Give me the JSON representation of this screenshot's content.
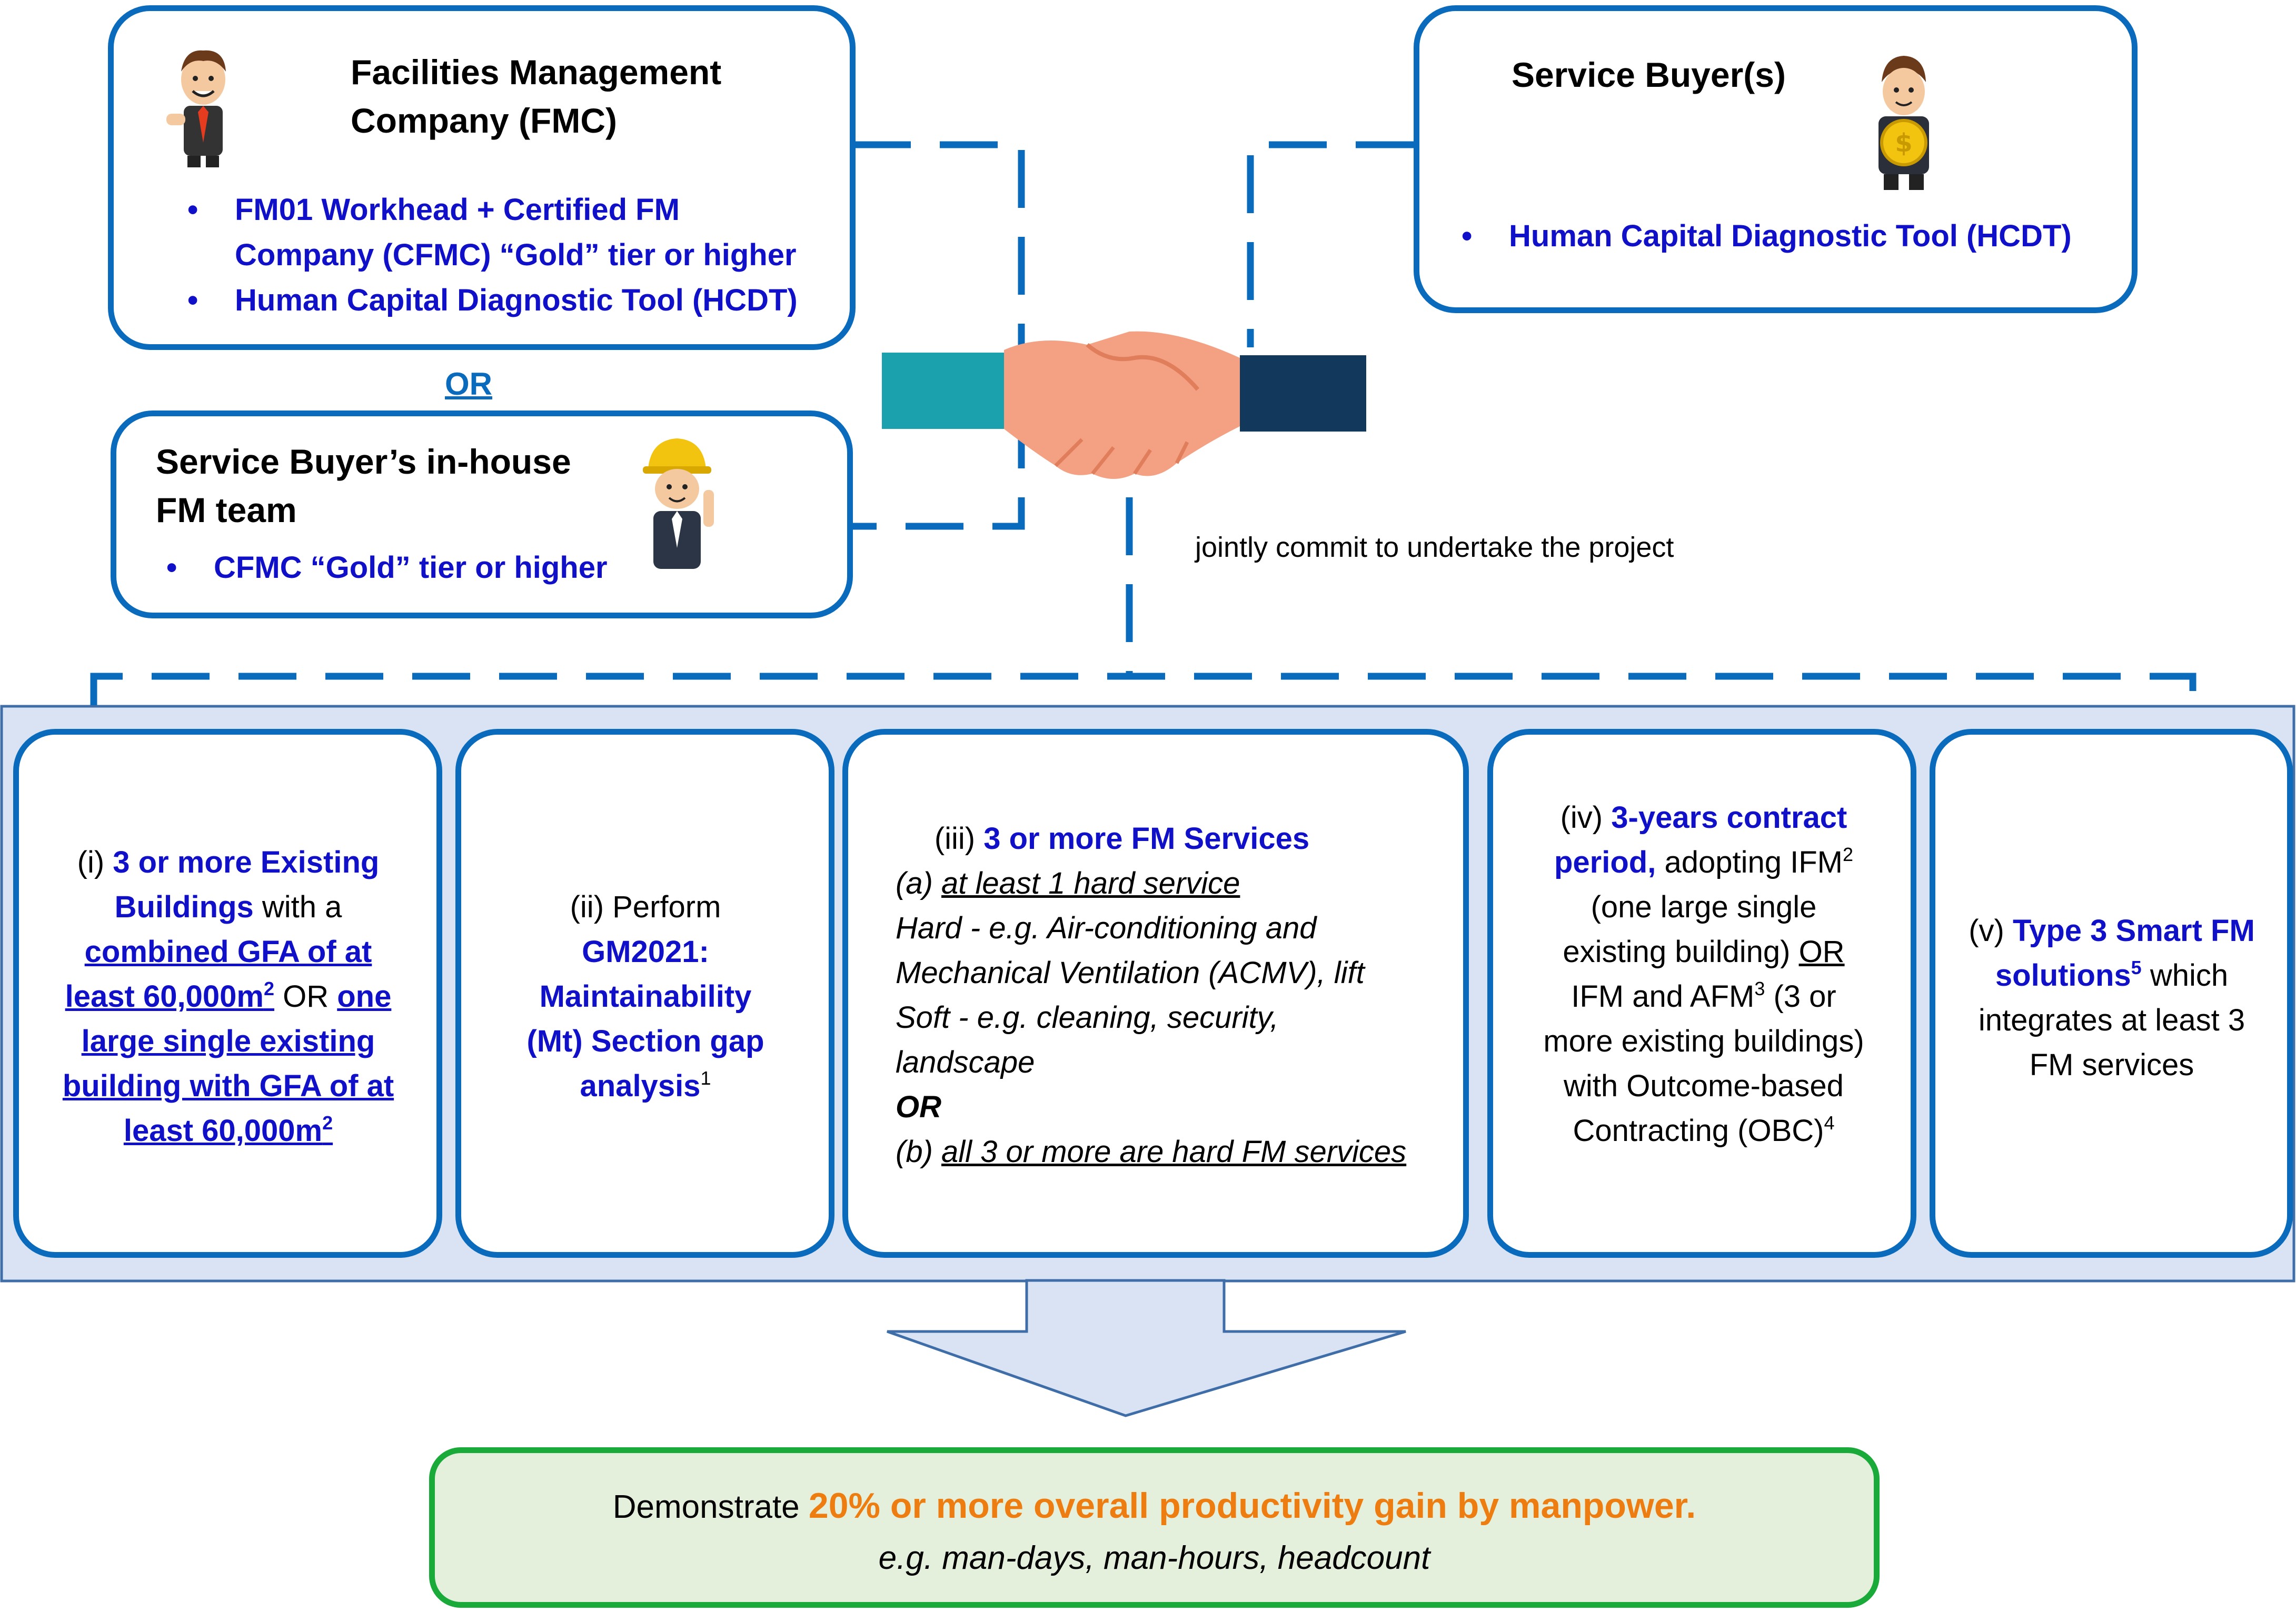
{
  "colors": {
    "box_border": "#0a6bbd",
    "highlight_blue": "#1010c8",
    "panel_fill": "#d9e3f3",
    "outcome_border": "#1aaa3a",
    "outcome_fill": "#e4f0dc",
    "accent_orange": "#ee7d11"
  },
  "fmc": {
    "title_line1": "Facilities Management",
    "title_line2": "Company (FMC)",
    "bullet1_line1": "FM01 Workhead + Certified FM",
    "bullet1_line2": "Company (CFMC) “Gold” tier or higher",
    "bullet2": "Human Capital Diagnostic Tool (HCDT)",
    "icon": "businessman-icon"
  },
  "or_label": "OR",
  "inhouse": {
    "title_line1": "Service Buyer’s in-house",
    "title_line2": "FM team",
    "bullet": "CFMC “Gold” tier or higher",
    "icon": "engineer-hardhat-icon"
  },
  "buyer": {
    "title": "Service Buyer(s)",
    "bullet": "Human Capital Diagnostic Tool (HCDT)",
    "icon": "buyer-coin-icon"
  },
  "handshake_icon": "handshake-icon",
  "commit_text": "jointly commit to undertake the project",
  "criteria": {
    "c1": {
      "p1": "(i) ",
      "p2": "3 or more Existing Buildings",
      "p3": " with a ",
      "p4": "combined GFA of at least 60,000m",
      "p4sup": "2",
      "p5": " OR ",
      "p6": "one large single existing building with GFA of at least 60,000m",
      "p6sup": "2"
    },
    "c2": {
      "p1": "(ii) Perform",
      "p2": "GM2021: Maintainability (Mt) Section gap analysis",
      "sup": "1"
    },
    "c3": {
      "head_prefix": "(iii) ",
      "head": "3 or more FM Services",
      "a_prefix": "(a) ",
      "a": "at least 1 hard service",
      "hard_line1": "Hard - e.g. Air-conditioning and",
      "hard_line2": "Mechanical Ventilation (ACMV), lift",
      "soft_line1": "Soft - e.g. cleaning, security,",
      "soft_line2": "landscape",
      "or": "OR",
      "b_prefix": "(b) ",
      "b": "all 3 or more are hard FM services"
    },
    "c4": {
      "p1": "(iv) ",
      "p2": "3-years contract period,",
      "p3": " adopting IFM",
      "sup2": "2",
      "p4": " (one large single existing building) ",
      "p5": "OR",
      "p6": " IFM and AFM",
      "sup3": "3",
      "p7": " (3 or more existing buildings) with Outcome-based Contracting (OBC)",
      "sup4": "4"
    },
    "c5": {
      "p1": "(v) ",
      "p2": "Type 3 Smart FM solutions",
      "sup": "5",
      "p3": " which integrates at least 3 FM services"
    }
  },
  "outcome": {
    "prefix": "Demonstrate ",
    "highlight": "20% or more overall productivity gain by manpower.",
    "line2": "e.g. man-days, man-hours, headcount"
  }
}
